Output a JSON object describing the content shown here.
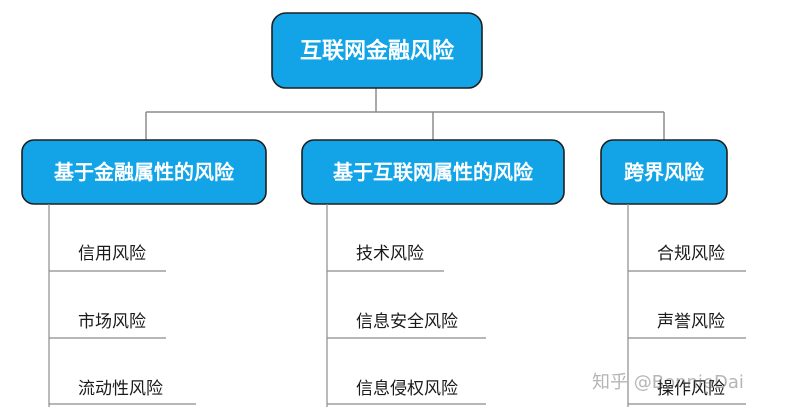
{
  "diagram": {
    "root": {
      "label": "互联网金融风险"
    },
    "categories": [
      {
        "label": "基于金融属性的风险",
        "items": [
          "信用风险",
          "市场风险",
          "流动性风险"
        ]
      },
      {
        "label": "基于互联网属性的风险",
        "items": [
          "技术风险",
          "信息安全风险",
          "信息侵权风险"
        ]
      },
      {
        "label": "跨界风险",
        "items": [
          "合规风险",
          "声誉风险",
          "操作风险"
        ]
      }
    ]
  },
  "watermark": {
    "text": "知乎 @BonnieDai"
  },
  "colors": {
    "box_fill": "#12a4e6",
    "box_stroke": "#1f1f1f",
    "line": "#8c8c8c",
    "leaf_text": "#1a1a1a"
  }
}
